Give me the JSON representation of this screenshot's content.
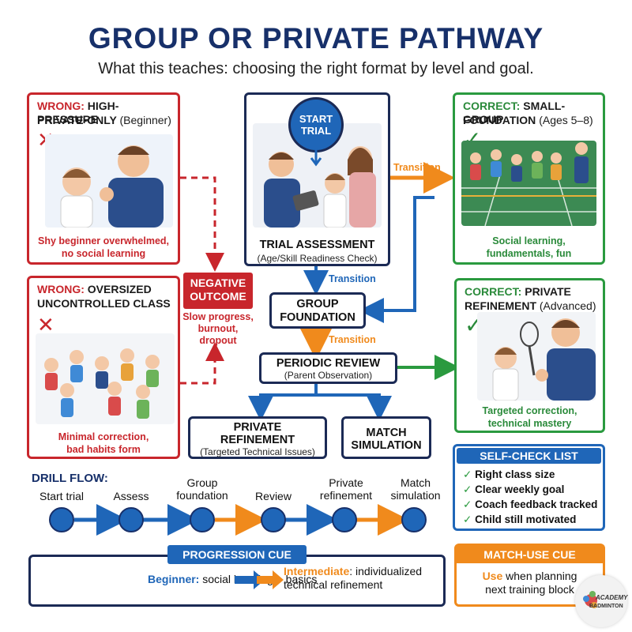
{
  "header": {
    "title": "GROUP OR PRIVATE PATHWAY",
    "subtitle": "What this teaches: choosing the right format by level and goal."
  },
  "wrong1": {
    "label": "WRONG:",
    "title_bold": "HIGH-PRESSURE",
    "title_line2_bold": "PRIVATE-ONLY",
    "title_line2_rest": "(Beginner)",
    "mark": "✕",
    "caption_line1": "Shy beginner overwhelmed,",
    "caption_line2": "no social learning"
  },
  "wrong2": {
    "label": "WRONG:",
    "title_bold": "OVERSIZED",
    "title_line2_bold": "UNCONTROLLED CLASS",
    "mark": "✕",
    "caption_line1": "Minimal correction,",
    "caption_line2": "bad habits form"
  },
  "negative": {
    "title_line1": "NEGATIVE",
    "title_line2": "OUTCOME",
    "desc_line1": "Slow progress,",
    "desc_line2": "burnout,",
    "desc_line3": "dropout"
  },
  "start": {
    "bubble_line1": "START",
    "bubble_line2": "TRIAL",
    "title": "TRIAL ASSESSMENT",
    "sub": "(Age/Skill Readiness Check)"
  },
  "correct1": {
    "label": "CORRECT:",
    "title_bold": "SMALL-GROUP",
    "title_line2_bold": "FOUNDATION",
    "title_line2_rest": "(Ages 5–8)",
    "mark": "✓",
    "caption_line1": "Social learning,",
    "caption_line2": "fundamentals, fun"
  },
  "correct2": {
    "label": "CORRECT:",
    "title_bold": "PRIVATE",
    "title_line2_bold": "REFINEMENT",
    "title_line2_rest": "(Advanced)",
    "mark": "✓",
    "caption_line1": "Targeted correction,",
    "caption_line2": "technical mastery"
  },
  "flow": {
    "transition": "Transition",
    "group_line1": "GROUP",
    "group_line2": "FOUNDATION",
    "review_title": "PERIODIC REVIEW",
    "review_sub": "(Parent Observation)",
    "private_line1": "PRIVATE",
    "private_line2": "REFINEMENT",
    "private_sub": "(Targeted Technical Issues)",
    "match_line1": "MATCH",
    "match_line2": "SIMULATION"
  },
  "drill": {
    "title": "DRILL FLOW:",
    "steps": [
      {
        "line1": "Start trial",
        "line2": ""
      },
      {
        "line1": "Assess",
        "line2": ""
      },
      {
        "line1": "Group",
        "line2": "foundation"
      },
      {
        "line1": "Review",
        "line2": ""
      },
      {
        "line1": "Private",
        "line2": "refinement"
      },
      {
        "line1": "Match",
        "line2": "simulation"
      }
    ]
  },
  "selfcheck": {
    "title": "SELF-CHECK LIST",
    "items": [
      "Right class size",
      "Clear weekly goal",
      "Coach feedback tracked",
      "Child still motivated"
    ]
  },
  "progression": {
    "title": "PROGRESSION CUE",
    "beginner_label": "Beginner:",
    "beginner_text": "social learning + basics",
    "intermediate_label": "Intermediate",
    "intermediate_text_line1": ": individualized",
    "intermediate_text_line2": "technical refinement"
  },
  "matchuse": {
    "title": "MATCH-USE CUE",
    "use_label": "Use",
    "line1_rest": "when planning",
    "line2": "next training block"
  },
  "logo": {
    "line1": "ACADEMY",
    "line2": "BADMINTON"
  },
  "colors": {
    "navy": "#17306a",
    "red": "#c8262c",
    "green": "#2a9a3f",
    "blue": "#1f66b8",
    "orange": "#f08a1c"
  }
}
